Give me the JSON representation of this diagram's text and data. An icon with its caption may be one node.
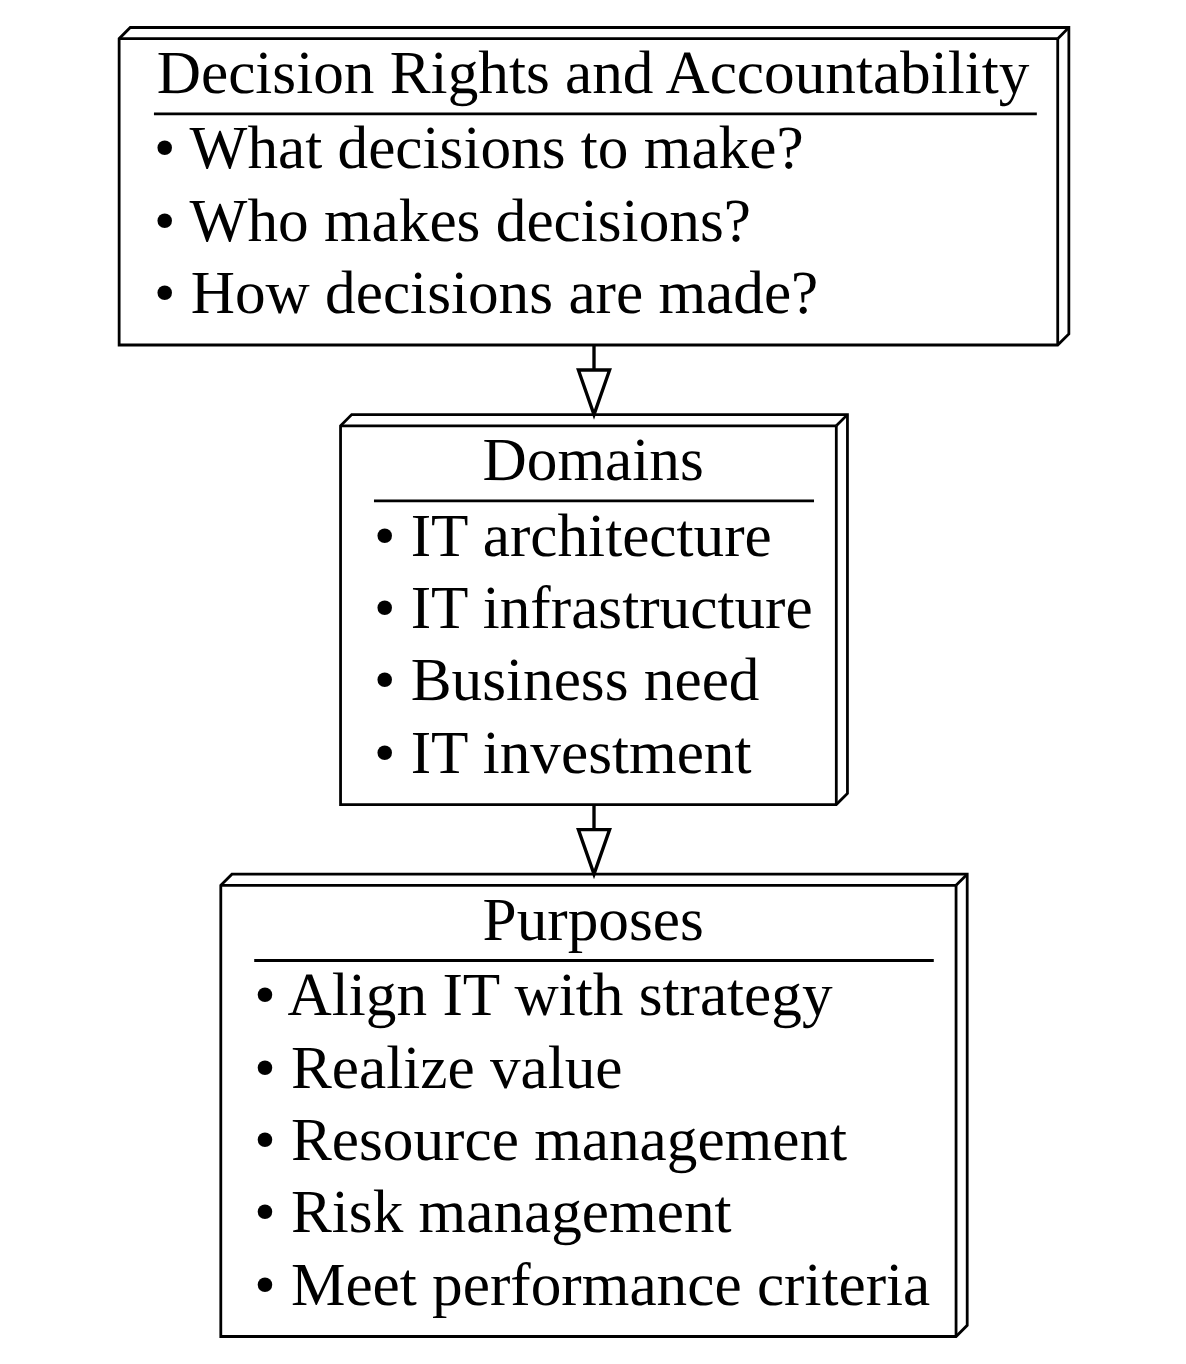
{
  "diagram": {
    "nodes": [
      {
        "text": [
          "Decision Rights and Accountability",
          "• What decisions to make?",
          "• Who makes decisions?",
          "• How decisions are made?"
        ]
      },
      {
        "text": [
          "Domains",
          "• IT architecture",
          "• IT infrastructure",
          "• Business need",
          "• IT investment"
        ]
      },
      {
        "text": [
          "Purposes",
          "• Align IT with strategy",
          "• Realize value",
          "• Resource management",
          "• Risk management",
          "• Meet performance criteria"
        ]
      }
    ],
    "edges": [
      {
        "from": 0,
        "to": 1,
        "arrow": "to"
      },
      {
        "from": 1,
        "to": 2,
        "arrow": "to"
      }
    ]
  }
}
